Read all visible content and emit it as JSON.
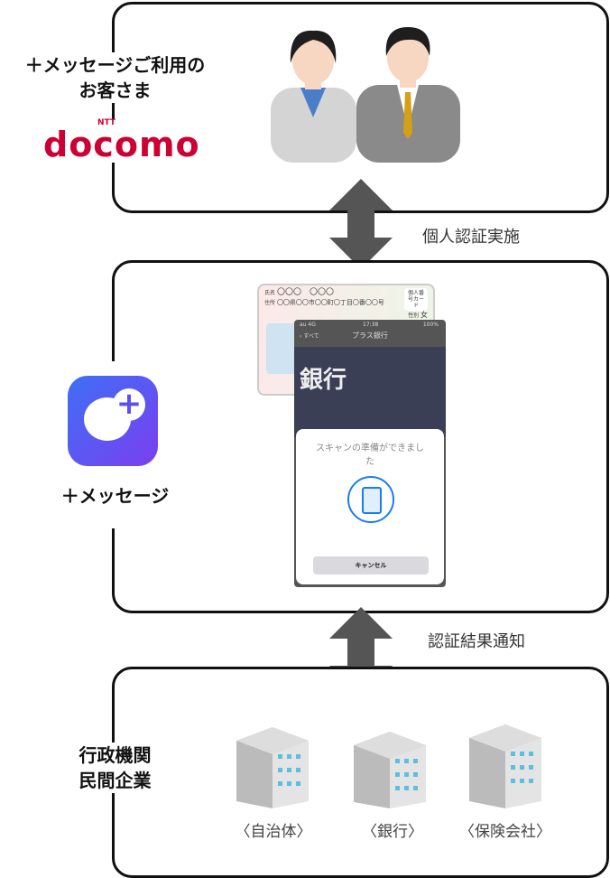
{
  "top": {
    "label_line1": "＋メッセージご利用の",
    "label_line2": "お客さま",
    "logo_small": "NTT",
    "logo": "docomo",
    "logo_color": "#cc0033"
  },
  "arrow1": {
    "label": "個人認証実施"
  },
  "middle": {
    "app_label": "＋メッセージ",
    "app_color": "#5a4ff0",
    "id_card": {
      "name_label": "氏名",
      "name_value": "〇〇〇　〇〇〇",
      "address_label": "住所",
      "address_value": "〇〇県〇〇市〇〇町〇丁目〇番〇〇号",
      "card_title": "個人番号カード",
      "sex_label": "性別",
      "sex_value": "女"
    },
    "phone": {
      "carrier": "au 4G",
      "time": "17:38",
      "battery": "100%",
      "back": "すべて",
      "title": "プラス銀行",
      "sign": "銀行",
      "dialog_text": "スキャンの準備ができました",
      "cancel": "キャンセル"
    }
  },
  "arrow2": {
    "label": "認証結果通知"
  },
  "bottom": {
    "label_line1": "行政機関",
    "label_line2": "民間企業",
    "buildings": [
      "〈自治体〉",
      "〈銀行〉",
      "〈保険会社〉"
    ]
  }
}
